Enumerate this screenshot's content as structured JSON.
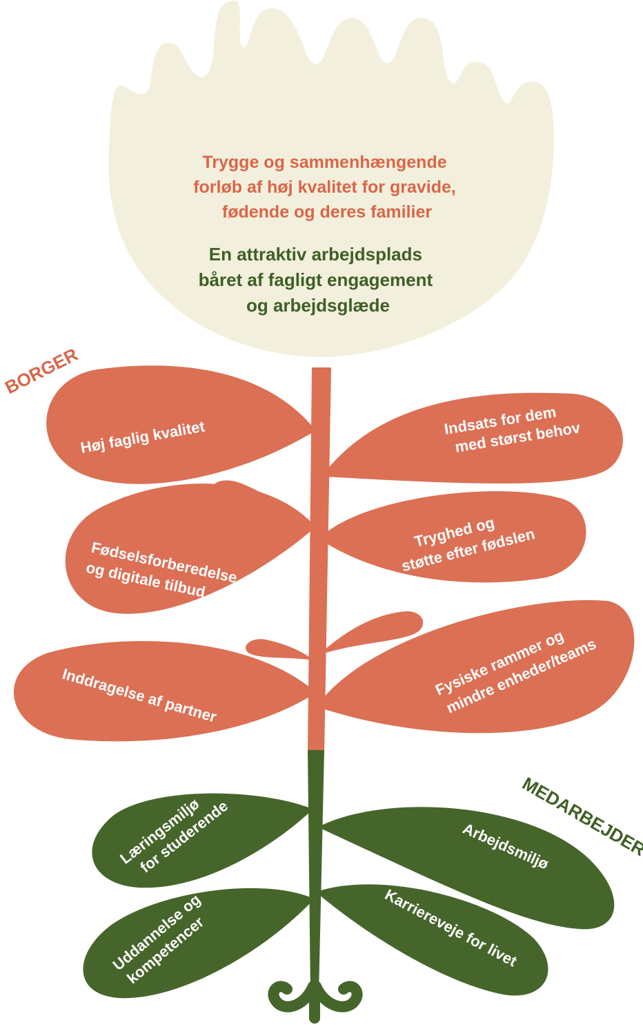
{
  "colors": {
    "cream": "#F2EFDC",
    "coral": "#DB7055",
    "green": "#46652B",
    "coral_text": "#D9664A",
    "green_text": "#3F5F26",
    "leaf_text": "#FFFFFF"
  },
  "head": {
    "citizen_goal": [
      "Trygge og sammenhængende",
      "forløb af høj kvalitet for gravide,",
      "fødende og deres familier"
    ],
    "staff_goal": [
      "En attraktiv arbejdsplads",
      "båret af fagligt engagement",
      "og arbejdsglæde"
    ]
  },
  "labels": {
    "citizen": "BORGER",
    "staff": "MEDARBEJDER"
  },
  "citizen_leaves": [
    {
      "lines": [
        "Høj faglig kvalitet"
      ]
    },
    {
      "lines": [
        "Indsats for dem",
        "med størst behov"
      ]
    },
    {
      "lines": [
        "Fødselsforberedelse",
        "og digitale tilbud"
      ]
    },
    {
      "lines": [
        "Tryghed og",
        "støtte efter fødslen"
      ]
    },
    {
      "lines": [
        "Inddragelse af partner"
      ]
    },
    {
      "lines": [
        "Fysiske rammer og",
        "mindre enheder/teams"
      ]
    }
  ],
  "staff_leaves": [
    {
      "lines": [
        "Læringsmiljø",
        "for studerende"
      ]
    },
    {
      "lines": [
        "Arbejdsmiljø"
      ]
    },
    {
      "lines": [
        "Uddannelse og",
        "kompetencer"
      ]
    },
    {
      "lines": [
        "Karriereveje for livet"
      ]
    }
  ]
}
